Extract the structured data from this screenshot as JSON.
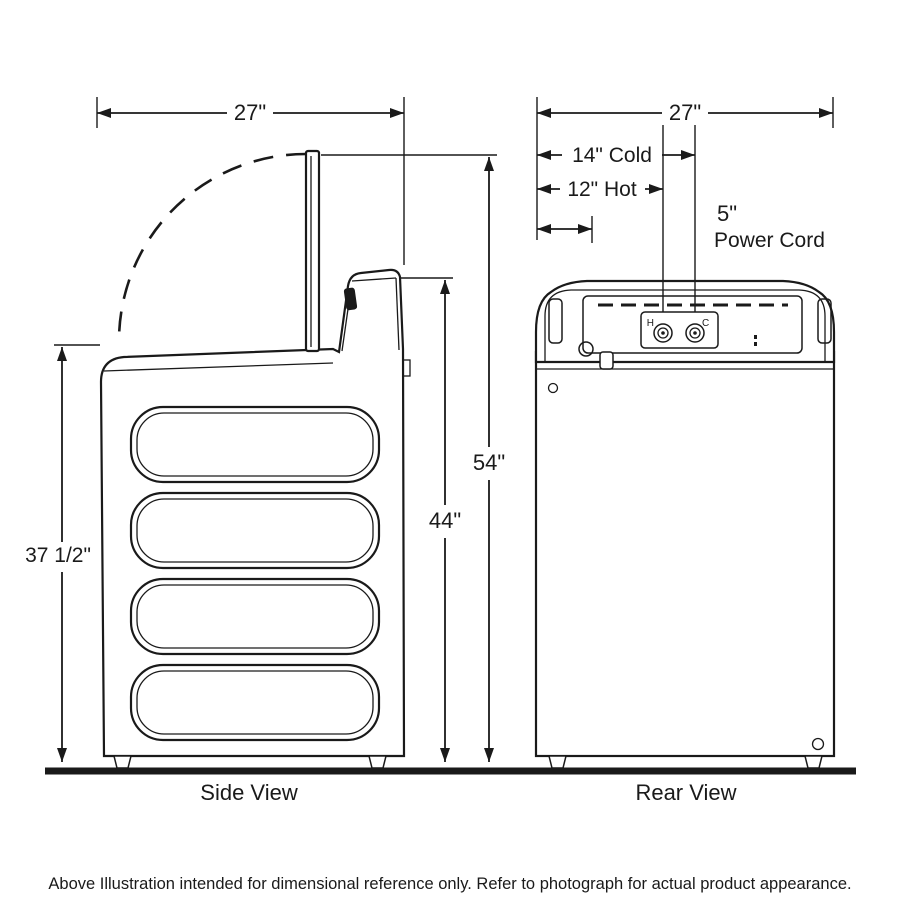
{
  "colors": {
    "line": "#1a1a1a",
    "background": "#ffffff"
  },
  "footer": {
    "note": "Above Illustration intended for dimensional reference only. Refer to photograph for actual product appearance."
  },
  "side_view": {
    "label": "Side View",
    "dim_width": "27\"",
    "dim_height_lid_open": "54\"",
    "dim_height_to_console": "44\"",
    "dim_height_to_top": "37 1/2\""
  },
  "rear_view": {
    "label": "Rear View",
    "dim_width": "27\"",
    "dim_cold_inlet": "14\" Cold",
    "dim_hot_inlet": "12\" Hot",
    "dim_power_cord": "5\"",
    "power_cord_label": "Power Cord",
    "hot_valve": "H",
    "cold_valve": "C"
  }
}
